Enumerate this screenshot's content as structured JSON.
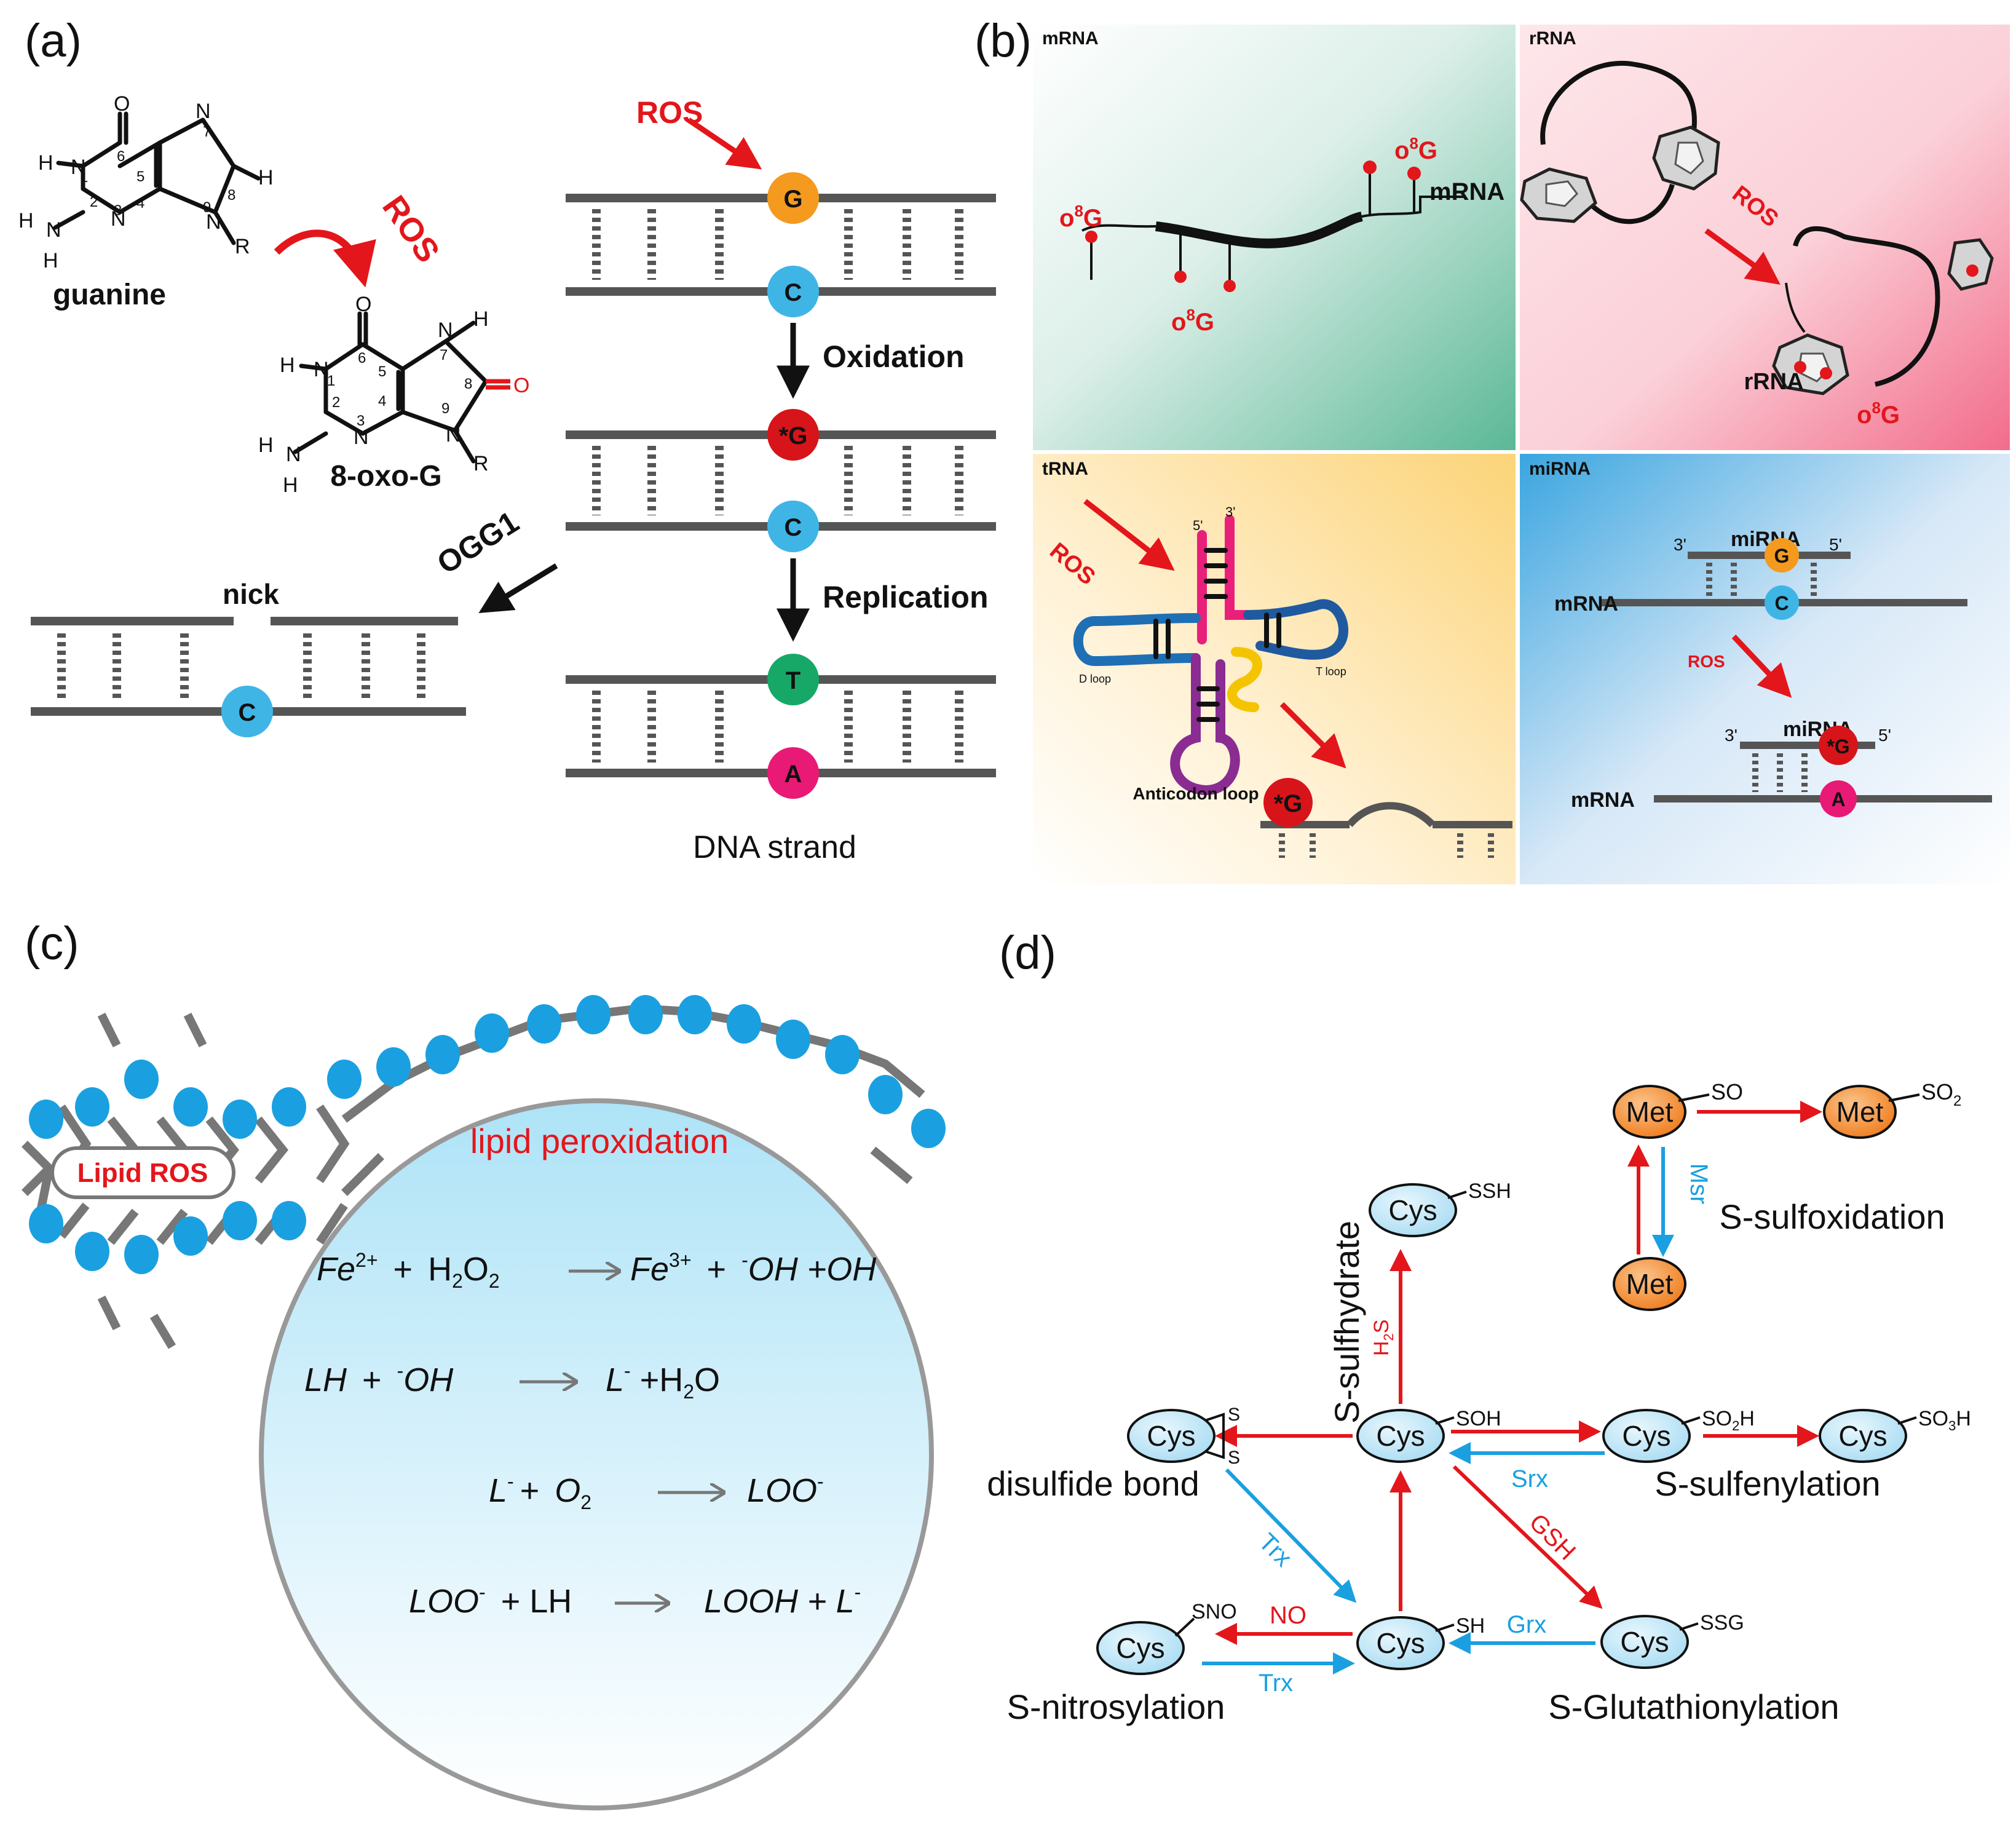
{
  "colors": {
    "red": "#e3161b",
    "blue": "#1aa0e0",
    "orange": "#f49a1f",
    "cyan_base": "#3fb5e6",
    "dark_red_base": "#d7141a",
    "green_base": "#17a868",
    "pink_base": "#e81a75",
    "strand_gray": "#555555",
    "met_orange": "#f08a24",
    "cys_blue": "#c9ecf8"
  },
  "icons": {
    "ribosome": "ribosome-icon",
    "nucleobase": "nucleobase-circle-icon",
    "arrow": "arrow-icon",
    "membrane": "lipid-bilayer-icon"
  },
  "panel_a": {
    "label": "(a)",
    "guanine": "guanine",
    "oxo": "8-oxo-G",
    "ros": "ROS",
    "ros_top": "ROS",
    "ogg1": "OGG1",
    "nick": "nick",
    "oxidation": "Oxidation",
    "replication": "Replication",
    "dna_strand": "DNA strand",
    "bases": {
      "g": "G",
      "c": "C",
      "og": "*G",
      "t": "T",
      "a": "A"
    },
    "atoms": {
      "o": "O",
      "n": "N",
      "h": "H",
      "r": "R"
    },
    "numbers": {
      "n1": "1",
      "n2": "2",
      "n3": "3",
      "n4": "4",
      "n5": "5",
      "n6": "6",
      "n7": "7",
      "n8": "8",
      "n9": "9"
    }
  },
  "panel_b": {
    "label": "(b)",
    "mrna": {
      "title": "mRNA",
      "label": "mRNA",
      "o8g_a": "o",
      "o8g_b": "8",
      "o8g_c": "G"
    },
    "rrna": {
      "title": "rRNA",
      "ros": "ROS",
      "label": "rRNA"
    },
    "trna": {
      "title": "tRNA",
      "ros": "ROS",
      "five": "5'",
      "three": "3'",
      "d_loop": "D loop",
      "t_loop": "T loop",
      "anticodon": "Anticodon loop",
      "og": "*G"
    },
    "mirna": {
      "title": "miRNA",
      "three": "3'",
      "five": "5'",
      "mirna": "miRNA",
      "mrna": "mRNA",
      "ros": "ROS",
      "g": "G",
      "c": "C",
      "og": "*G",
      "a": "A"
    }
  },
  "panel_c": {
    "label": "(c)",
    "lipid_ros": "Lipid ROS",
    "title": "lipid peroxidation",
    "eq1": {
      "fe2": "Fe",
      "fe2_sup": "2+",
      "plus": "+",
      "h2o2_a": "H",
      "h2o2_sub1": "2",
      "h2o2_b": "O",
      "h2o2_sub2": "2",
      "fe3": "Fe",
      "fe3_sup": "3+",
      "oh_minus": "-",
      "oh": "OH",
      "oh_plus": "+OH"
    },
    "eq2": {
      "lh": "LH",
      "plus": "+",
      "oh_sup": "-",
      "oh": "OH",
      "l": "L",
      "l_sup": "-",
      "h2o_a": "+H",
      "h2o_sub": "2",
      "h2o_b": "O"
    },
    "eq3": {
      "l": "L",
      "l_sup": "-",
      "plus": "+",
      "o": "O",
      "o_sub": "2",
      "loo": "LOO",
      "loo_sup": "-"
    },
    "eq4": {
      "loo": "LOO",
      "loo_sup": "-",
      "plus_lh": "+ LH",
      "looh": "LOOH + L",
      "l_sup": "-"
    }
  },
  "panel_d": {
    "label": "(d)",
    "cys": "Cys",
    "met": "Met",
    "groups": {
      "sso": "SO",
      "so2": "SO",
      "so2_sub": "2",
      "ssh": "SSH",
      "soh": "SOH",
      "so2h_a": "SO",
      "so2h_sub": "2",
      "so2h_b": "H",
      "so3h_a": "SO",
      "so3h_sub": "3",
      "so3h_b": "H",
      "sno": "SNO",
      "sh": "SH",
      "ssg": "SSG",
      "s": "S"
    },
    "labels": {
      "s_sulfoxidation": "S-sulfoxidation",
      "s_sulfhydrate": "S-sulfhydrate",
      "disulfide": "disulfide bond",
      "s_sulfenylation": "S-sulfenylation",
      "s_nitrosylation": "S-nitrosylation",
      "s_glutathionylation": "S-Glutathionylation"
    },
    "enzymes": {
      "msr": "Msr",
      "h2s_a": "H",
      "h2s_sub": "2",
      "h2s_b": "S",
      "srx": "Srx",
      "trx": "Trx",
      "gsh": "GSH",
      "no": "NO",
      "grx": "Grx"
    }
  }
}
